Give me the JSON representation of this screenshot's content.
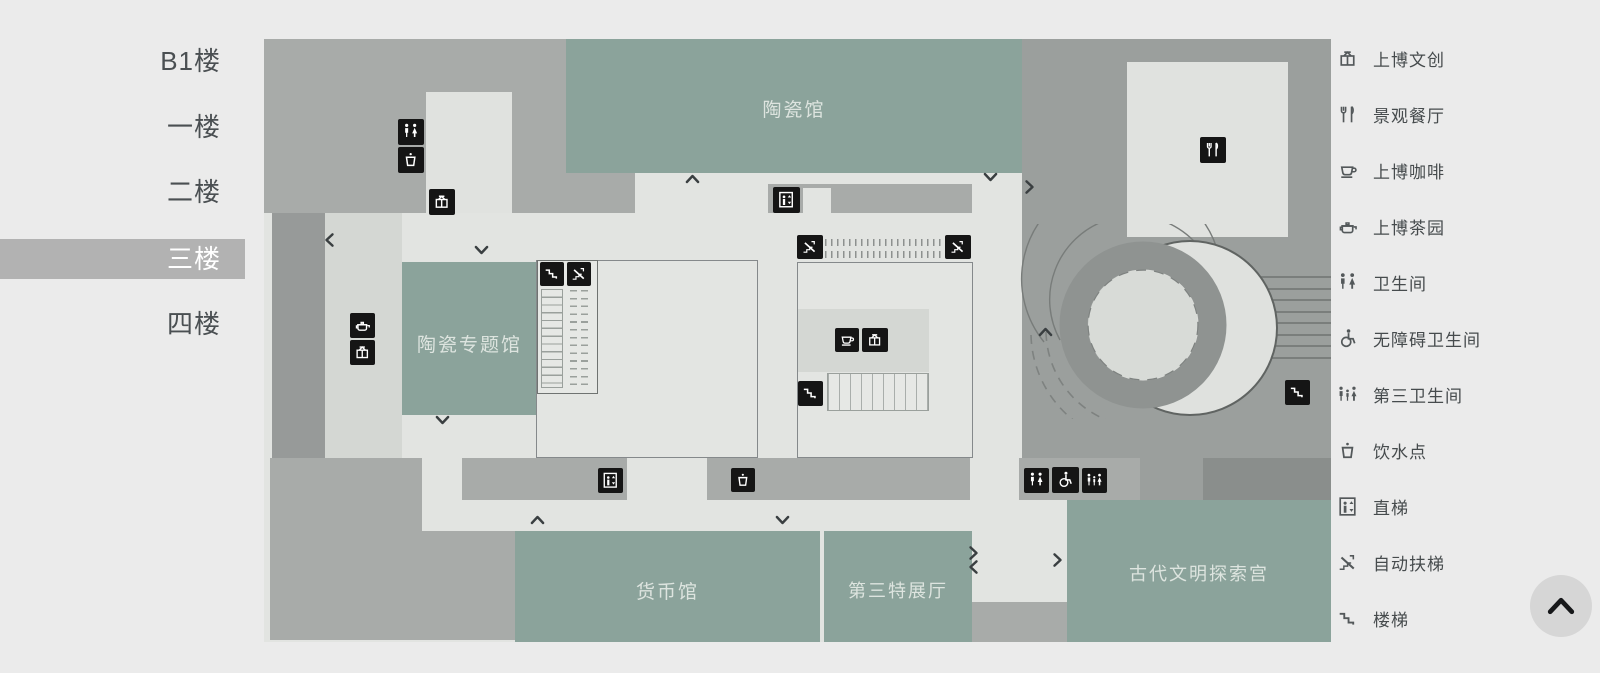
{
  "sidebar": {
    "floors": [
      {
        "label": "B1楼",
        "selected": false
      },
      {
        "label": "一楼",
        "selected": false
      },
      {
        "label": "二楼",
        "selected": false
      },
      {
        "label": "三楼",
        "selected": true
      },
      {
        "label": "四楼",
        "selected": false
      }
    ]
  },
  "map": {
    "halls": [
      {
        "name": "陶瓷馆"
      },
      {
        "name": "陶瓷专题馆"
      },
      {
        "name": "货币馆"
      },
      {
        "name": "第三特展厅"
      },
      {
        "name": "古代文明探索宫"
      }
    ],
    "icons": [
      "toilet",
      "water",
      "gift",
      "teapot",
      "gift",
      "stairs",
      "escalator",
      "elevator",
      "escalator",
      "escalator",
      "coffee",
      "gift",
      "stairs",
      "elevator",
      "water",
      "toilet",
      "wheelchair",
      "family",
      "restaurant",
      "stairs"
    ]
  },
  "legend": {
    "items": [
      {
        "icon": "gift-icon",
        "label": "上博文创"
      },
      {
        "icon": "restaurant-icon",
        "label": "景观餐厅"
      },
      {
        "icon": "coffee-icon",
        "label": "上博咖啡"
      },
      {
        "icon": "teapot-icon",
        "label": "上博茶园"
      },
      {
        "icon": "toilet-icon",
        "label": "卫生间"
      },
      {
        "icon": "wheelchair-icon",
        "label": "无障碍卫生间"
      },
      {
        "icon": "family-icon",
        "label": "第三卫生间"
      },
      {
        "icon": "water-icon",
        "label": "饮水点"
      },
      {
        "icon": "elevator-icon",
        "label": "直梯"
      },
      {
        "icon": "escalator-icon",
        "label": "自动扶梯"
      },
      {
        "icon": "stairs-icon",
        "label": "楼梯"
      }
    ]
  },
  "colors": {
    "hall_green": "#8ba39b",
    "gray_medium": "#a8aba9",
    "gray_dark": "#9b9f9d",
    "highlight": "#b2b2b2",
    "icon_bg": "#151515",
    "page_bg": "#ebebeb"
  }
}
